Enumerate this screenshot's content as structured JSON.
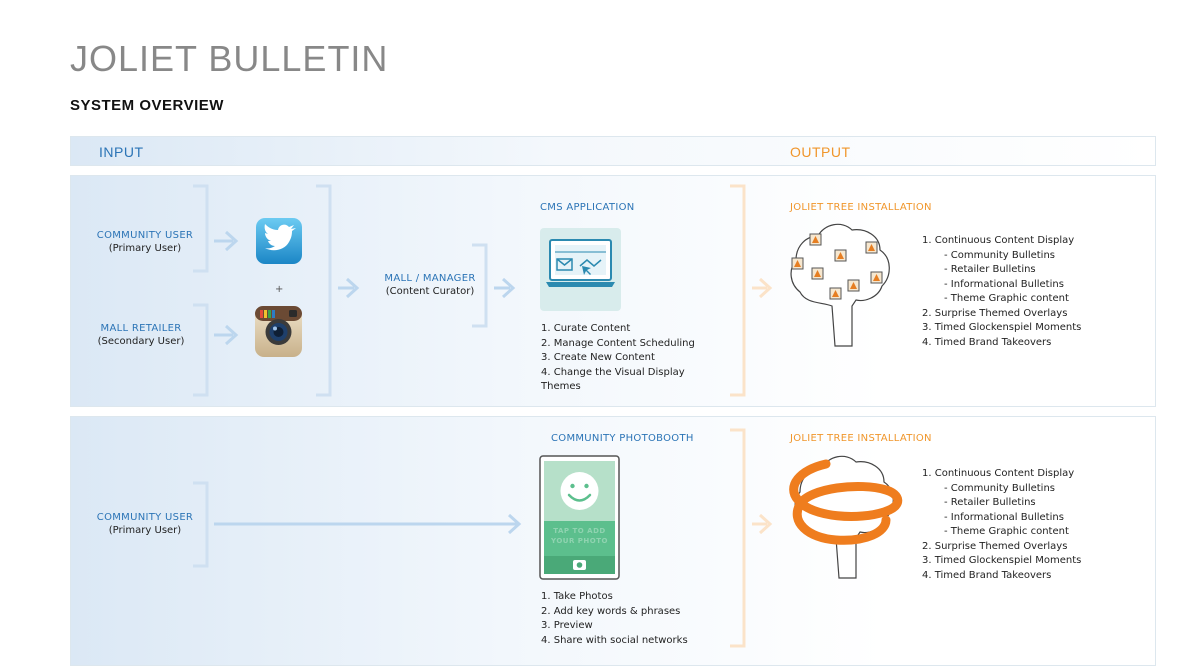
{
  "page": {
    "title": "JOLIET BULLETIN",
    "subtitle": "SYSTEM OVERVIEW",
    "input_label": "INPUT",
    "output_label": "OUTPUT"
  },
  "row1": {
    "community_user": {
      "role": "COMMUNITY USER",
      "sub": "(Primary User)"
    },
    "mall_retailer": {
      "role": "MALL RETAILER",
      "sub": "(Secondary User)"
    },
    "plus": "+",
    "twitter_icon": "twitter-icon",
    "instagram_icon": "instagram-icon",
    "mall_manager": {
      "role": "MALL / MANAGER",
      "sub": "(Content Curator)"
    },
    "cms": {
      "title": "CMS APPLICATION",
      "items": [
        "1. Curate Content",
        "2. Manage Content Scheduling",
        "3. Create New Content",
        "4. Change the Visual Display",
        "Themes"
      ]
    },
    "output": {
      "title": "JOLIET TREE INSTALLATION",
      "items": [
        "1. Continuous Content Display",
        "- Community Bulletins",
        "- Retailer Bulletins",
        "- Informational Bulletins",
        "- Theme Graphic content",
        "2. Surprise Themed Overlays",
        "3. Timed Glockenspiel Moments",
        "4. Timed Brand Takeovers"
      ]
    }
  },
  "row2": {
    "community_user": {
      "role": "COMMUNITY USER",
      "sub": "(Primary User)"
    },
    "photobooth": {
      "title": "COMMUNITY PHOTOBOOTH",
      "screen_text_1": "TAP TO ADD",
      "screen_text_2": "YOUR PHOTO",
      "items": [
        "1. Take Photos",
        "2. Add key words & phrases",
        "3. Preview",
        "4. Share with social networks"
      ]
    },
    "output": {
      "title": "JOLIET TREE INSTALLATION",
      "items": [
        "1. Continuous Content Display",
        "- Community Bulletins",
        "- Retailer Bulletins",
        "- Informational Bulletins",
        "- Theme Graphic content",
        "2. Surprise Themed Overlays",
        "3. Timed Glockenspiel Moments",
        "4. Timed Brand Takeovers"
      ]
    }
  },
  "colors": {
    "input_blue": "#2b74b6",
    "output_orange": "#f0962b",
    "bracket_blue": "#cfe0f1",
    "bracket_orange": "#fbe3c9"
  }
}
